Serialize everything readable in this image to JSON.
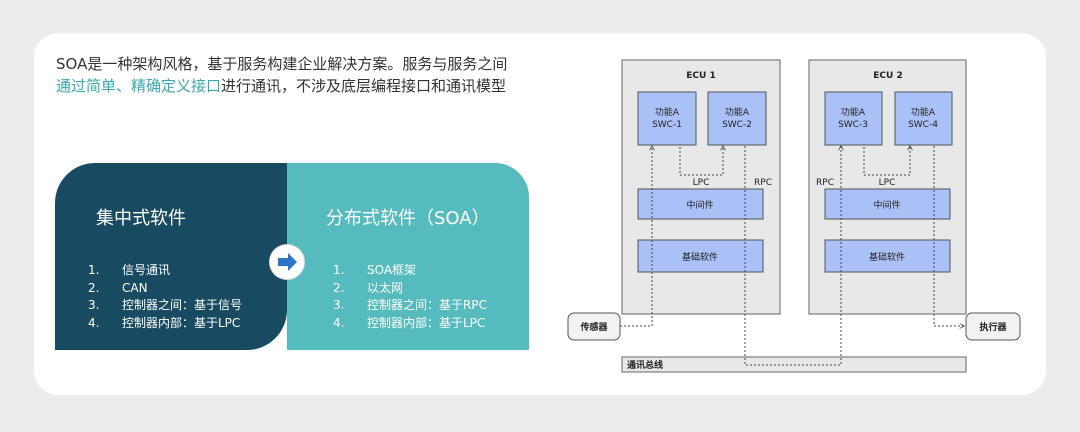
{
  "intro": {
    "line1": "SOA是一种架构风格，基于服务构建企业解决方案。服务与服务之间",
    "line2_highlight": "通过简单、精确定义接口",
    "line2_rest": "进行通讯，不涉及底层编程接口和通讯模型"
  },
  "left_panel": {
    "title": "集中式软件",
    "items": [
      {
        "num": "1.",
        "text": "信号通讯"
      },
      {
        "num": "2.",
        "text": "CAN"
      },
      {
        "num": "3.",
        "text": "控制器之间：基于信号"
      },
      {
        "num": "4.",
        "text": "控制器内部：基于LPC"
      }
    ]
  },
  "right_panel": {
    "title": "分布式软件（SOA）",
    "items": [
      {
        "num": "1.",
        "text": "SOA框架"
      },
      {
        "num": "2.",
        "text": "以太网"
      },
      {
        "num": "3.",
        "text": "控制器之间：基于RPC"
      },
      {
        "num": "4.",
        "text": "控制器内部：基于LPC"
      }
    ]
  },
  "diagram": {
    "ecu1": {
      "title": "ECU 1",
      "swc_a": {
        "line1": "功能A",
        "line2": "SWC-1"
      },
      "swc_b": {
        "line1": "功能A",
        "line2": "SWC-2"
      },
      "lpc": "LPC",
      "rpc": "RPC",
      "middleware": "中间件",
      "base": "基础软件"
    },
    "ecu2": {
      "title": "ECU 2",
      "swc_a": {
        "line1": "功能A",
        "line2": "SWC-3"
      },
      "swc_b": {
        "line1": "功能A",
        "line2": "SWC-4"
      },
      "lpc": "LPC",
      "rpc": "RPC",
      "middleware": "中间件",
      "base": "基础软件"
    },
    "sensor": "传感器",
    "actuator": "执行器",
    "bus": "通讯总线"
  },
  "colors": {
    "left_panel": "#184b61",
    "right_panel": "#55bbbf",
    "highlight_text": "#3aa6b0",
    "ecu_box": "#e8e8e8",
    "module_fill": "#a9c1f7",
    "arrow_blue": "#2b74c9"
  }
}
